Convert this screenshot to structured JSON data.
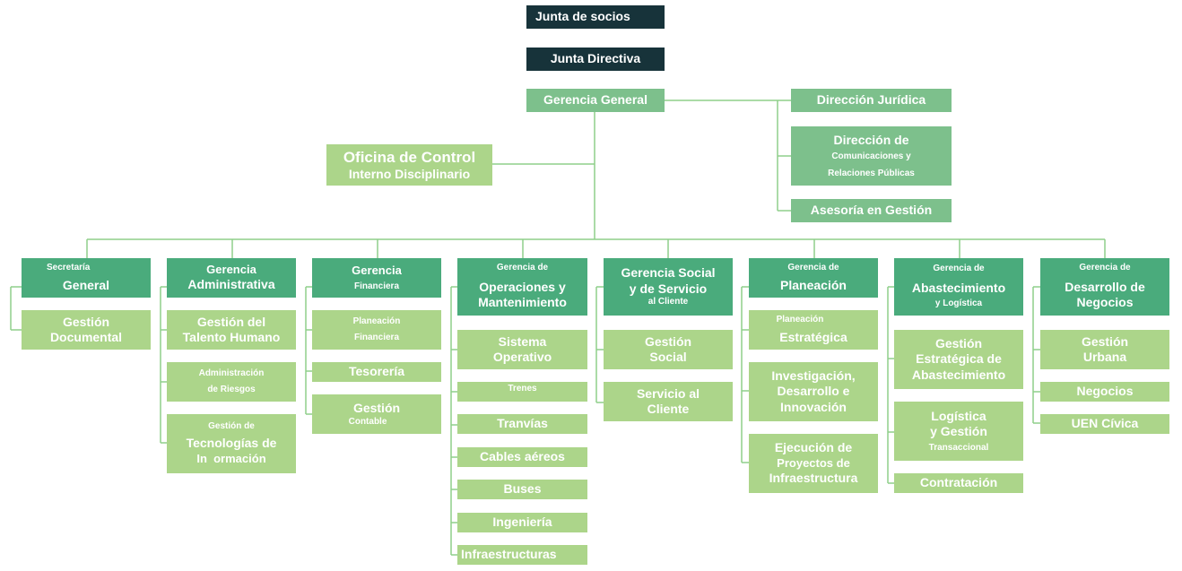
{
  "colors": {
    "dark": "#17333a",
    "gerencia": "#4aab7c",
    "staff": "#7dc08c",
    "unit": "#acd58a",
    "line": "#8fcf8a"
  },
  "top": {
    "junta_socios": "Junta de socios",
    "junta_directiva": "Junta Directiva",
    "gerencia_general": "Gerencia General"
  },
  "staff": {
    "oficina_a": "Oficina de Control",
    "oficina_b": "Interno Disciplinario",
    "juridica": "Dirección Jurídica",
    "comunicaciones_a": "Dirección de",
    "comunicaciones_b": "Comunicaciones y",
    "comunicaciones_c": "Relaciones Públicas",
    "asesoria": "Asesoría en Gestión"
  },
  "gerencias": {
    "secretaria_a": "Secretaría",
    "secretaria_b": "General",
    "administrativa_a": "Gerencia",
    "administrativa_b": "Administrativa",
    "financiera_a": "Gerencia",
    "financiera_b": "Financiera",
    "operaciones_a": "Gerencia de",
    "operaciones_b": "Operaciones y",
    "operaciones_c": "Mantenimiento",
    "social_a": "Gerencia Social",
    "social_b": "y de Servicio",
    "social_c": "al Cliente",
    "planeacion_a": "Gerencia de",
    "planeacion_b": "Planeación",
    "abastecimiento_a": "Gerencia de",
    "abastecimiento_b": "Abastecimiento",
    "abastecimiento_c": "y Logística",
    "negocios_a": "Gerencia de",
    "negocios_b": "Desarrollo de",
    "negocios_c": "Negocios"
  },
  "units": {
    "gestion_documental_a": "Gestión",
    "gestion_documental_b": "Documental",
    "talento_a": "Gestión del",
    "talento_b": "Talento Humano",
    "riesgos_a": "Administración",
    "riesgos_b": "de Riesgos",
    "tic_a": "Gestión de",
    "tic_b": "Tecnologías de",
    "tic_c": "In  ormación",
    "plan_fin_a": "Planeación",
    "plan_fin_b": "Financiera",
    "tesoreria": "Tesorería",
    "contable_a": "Gestión",
    "contable_b": "Contable",
    "sistema_a": "Sistema",
    "sistema_b": "Operativo",
    "trenes": "Trenes",
    "tranvias": "Tranvías",
    "cables": "Cables aéreos",
    "buses": "Buses",
    "ingenieria": "Ingeniería",
    "infraestructuras": "Infraestructuras",
    "gestion_social_a": "Gestión",
    "gestion_social_b": "Social",
    "servicio_a": "Servicio al",
    "servicio_b": "Cliente",
    "plan_estr_a": "Planeación",
    "plan_estr_b": "Estratégica",
    "inv_a": "Investigación,",
    "inv_b": "Desarrollo e",
    "inv_c": "Innovación",
    "ejec_a": "Ejecución de",
    "ejec_b": "Proyectos de",
    "ejec_c": "Infraestructura",
    "gea_a": "Gestión",
    "gea_b": "Estratégica de",
    "gea_c": "Abastecimiento",
    "log_a": "Logística",
    "log_b": "y Gestión",
    "log_c": "Transaccional",
    "contratacion": "Contratación",
    "urbana_a": "Gestión",
    "urbana_b": "Urbana",
    "negocios": "Negocios",
    "uen": "UEN Cívica"
  }
}
